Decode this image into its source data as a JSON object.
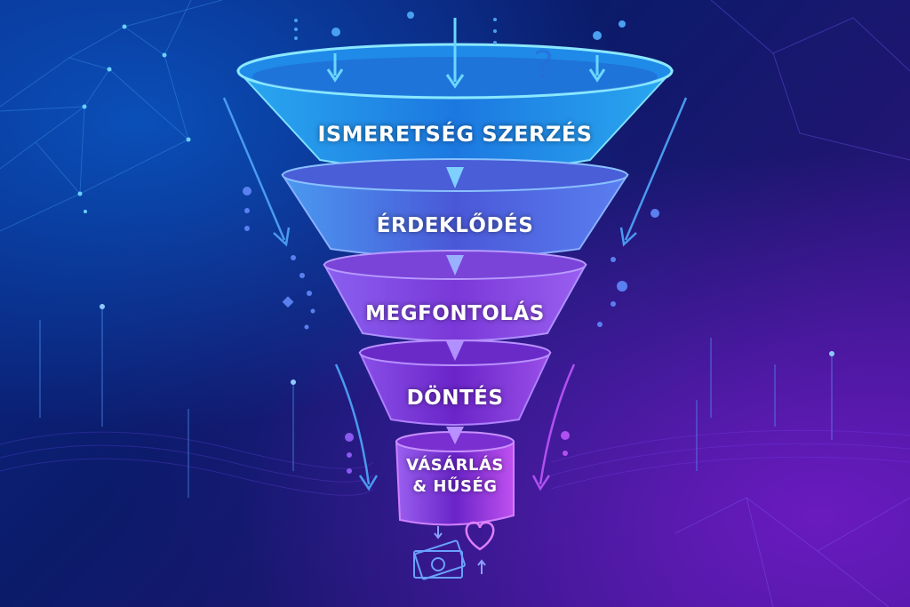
{
  "diagram": {
    "type": "marketing-funnel",
    "stages": [
      {
        "label": "ISMERETSÉG SZERZÉS",
        "color": "#3fb0f0"
      },
      {
        "label": "ÉRDEKLŐDÉS",
        "color": "#4f7fe8"
      },
      {
        "label": "MEGFONTOLÁS",
        "color": "#8a4fe0"
      },
      {
        "label": "DÖNTÉS",
        "color": "#8a3ad8"
      },
      {
        "label": "VÁSÁRLÁS & HŰSÉG",
        "line1": "VÁSÁRLÁS",
        "line2": "& HŰSÉG",
        "color": "#9a40e0"
      }
    ],
    "output_icons": [
      "money-icon",
      "heart-icon"
    ],
    "input_icons": [
      "arrow-down-icon",
      "question-mark-icon",
      "dot-icon"
    ]
  },
  "colors": {
    "background_start": "#0a2a8a",
    "background_end": "#3a1390",
    "accent_cyan": "#3fc0ff",
    "accent_purple": "#b04cff"
  }
}
